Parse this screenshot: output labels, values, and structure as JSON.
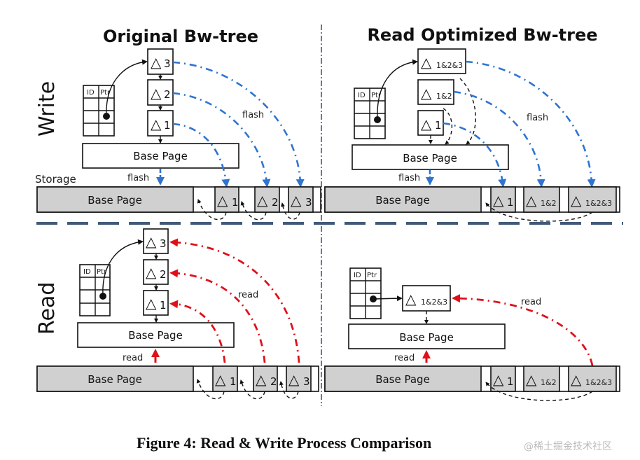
{
  "figure": {
    "caption": "Figure 4: Read & Write Process Comparison",
    "watermark": "@稀土掘金技术社区"
  },
  "columns": {
    "left_title": "Original Bw-tree",
    "right_title": "Read Optimized Bw-tree"
  },
  "rows": {
    "top_label": "Write",
    "bottom_label": "Read",
    "storage_label": "Storage"
  },
  "common": {
    "base_page": "Base Page",
    "table_headers": [
      "ID",
      "Ptr"
    ],
    "delta_symbol": "△",
    "flash": "flash",
    "read": "read"
  },
  "original": {
    "deltas": [
      "3",
      "2",
      "1"
    ],
    "storage_deltas": [
      "1",
      "2",
      "3"
    ]
  },
  "optimized": {
    "write_deltas": [
      "1&2&3",
      "1&2",
      "1"
    ],
    "read_deltas": [
      "1&2&3"
    ],
    "storage_deltas": [
      "1",
      "1&2",
      "1&2&3"
    ]
  },
  "colors": {
    "flash_arrow": "#2f74d0",
    "read_arrow": "#e0101a",
    "separator": "#425a78",
    "storage_fill": "#d0d0d0"
  }
}
